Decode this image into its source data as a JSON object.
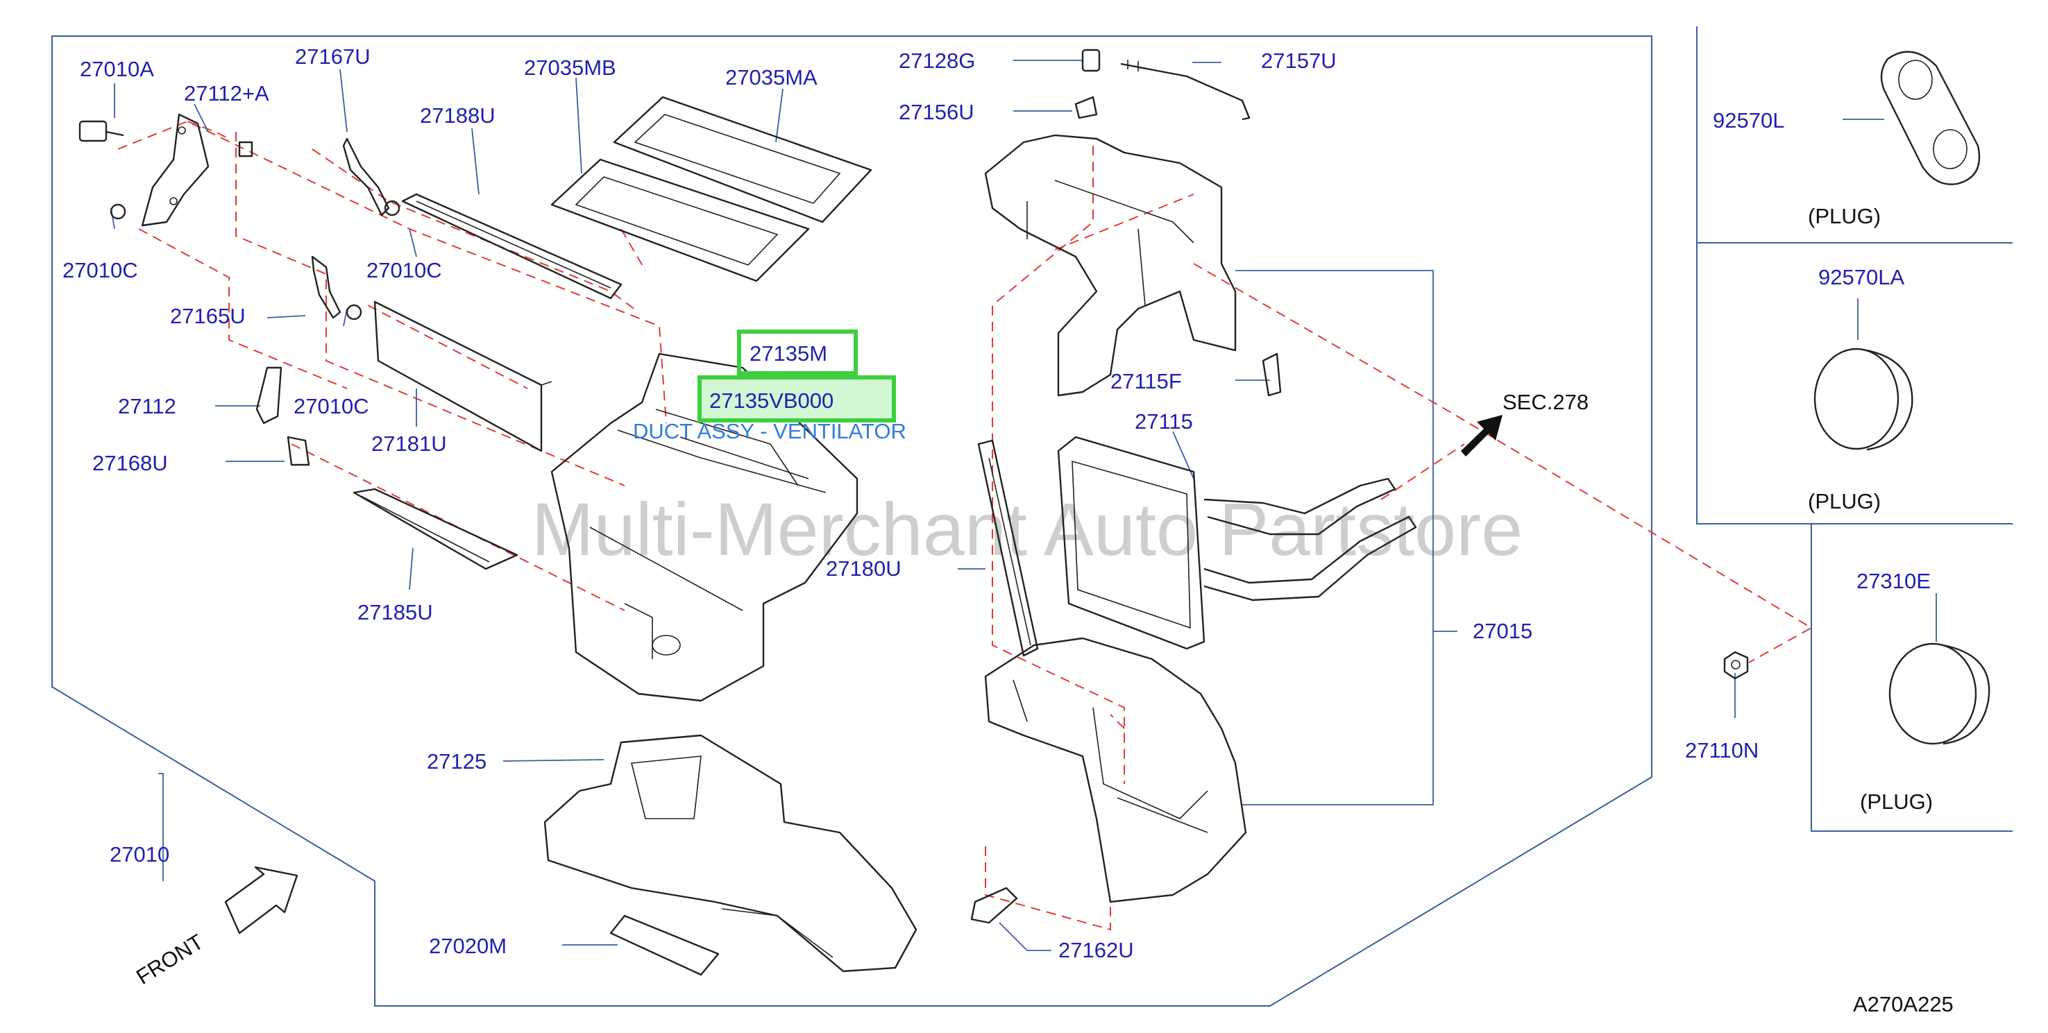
{
  "diagram": {
    "code": "A270A225",
    "front_label": "FRONT",
    "sec_ref": "SEC.278",
    "watermark": "Multi-Merchant Auto Partstore",
    "highlight_color": "#3ecf3e",
    "label_color": "#1f1fb4",
    "callout_color": "#2f7de0"
  },
  "callouts": {
    "part_number": "27135VB000",
    "description": "DUCT ASSY - VENTILATOR"
  },
  "labels": {
    "p27010A": "27010A",
    "p27167U": "27167U",
    "p27035MB": "27035MB",
    "p27035MA": "27035MA",
    "p27112A": "27112+A",
    "p27188U": "27188U",
    "p27010C_a": "27010C",
    "p27010C_b": "27010C",
    "p27010C_c": "27010C",
    "p27165U": "27165U",
    "p27112": "27112",
    "p27168U": "27168U",
    "p27181U": "27181U",
    "p27135M": "27135M",
    "p27185U": "27185U",
    "p27125": "27125",
    "p27010": "27010",
    "p27020M": "27020M",
    "p27128G": "27128G",
    "p27157U": "27157U",
    "p27156U": "27156U",
    "p27115F": "27115F",
    "p27115": "27115",
    "p27180U": "27180U",
    "p27015": "27015",
    "p27162U": "27162U",
    "p27110N": "27110N",
    "p92570L": "92570L",
    "p92570LA": "92570LA",
    "p27310E": "27310E"
  },
  "plugs": {
    "plug1": "(PLUG)",
    "plug2": "(PLUG)",
    "plug3": "(PLUG)"
  }
}
